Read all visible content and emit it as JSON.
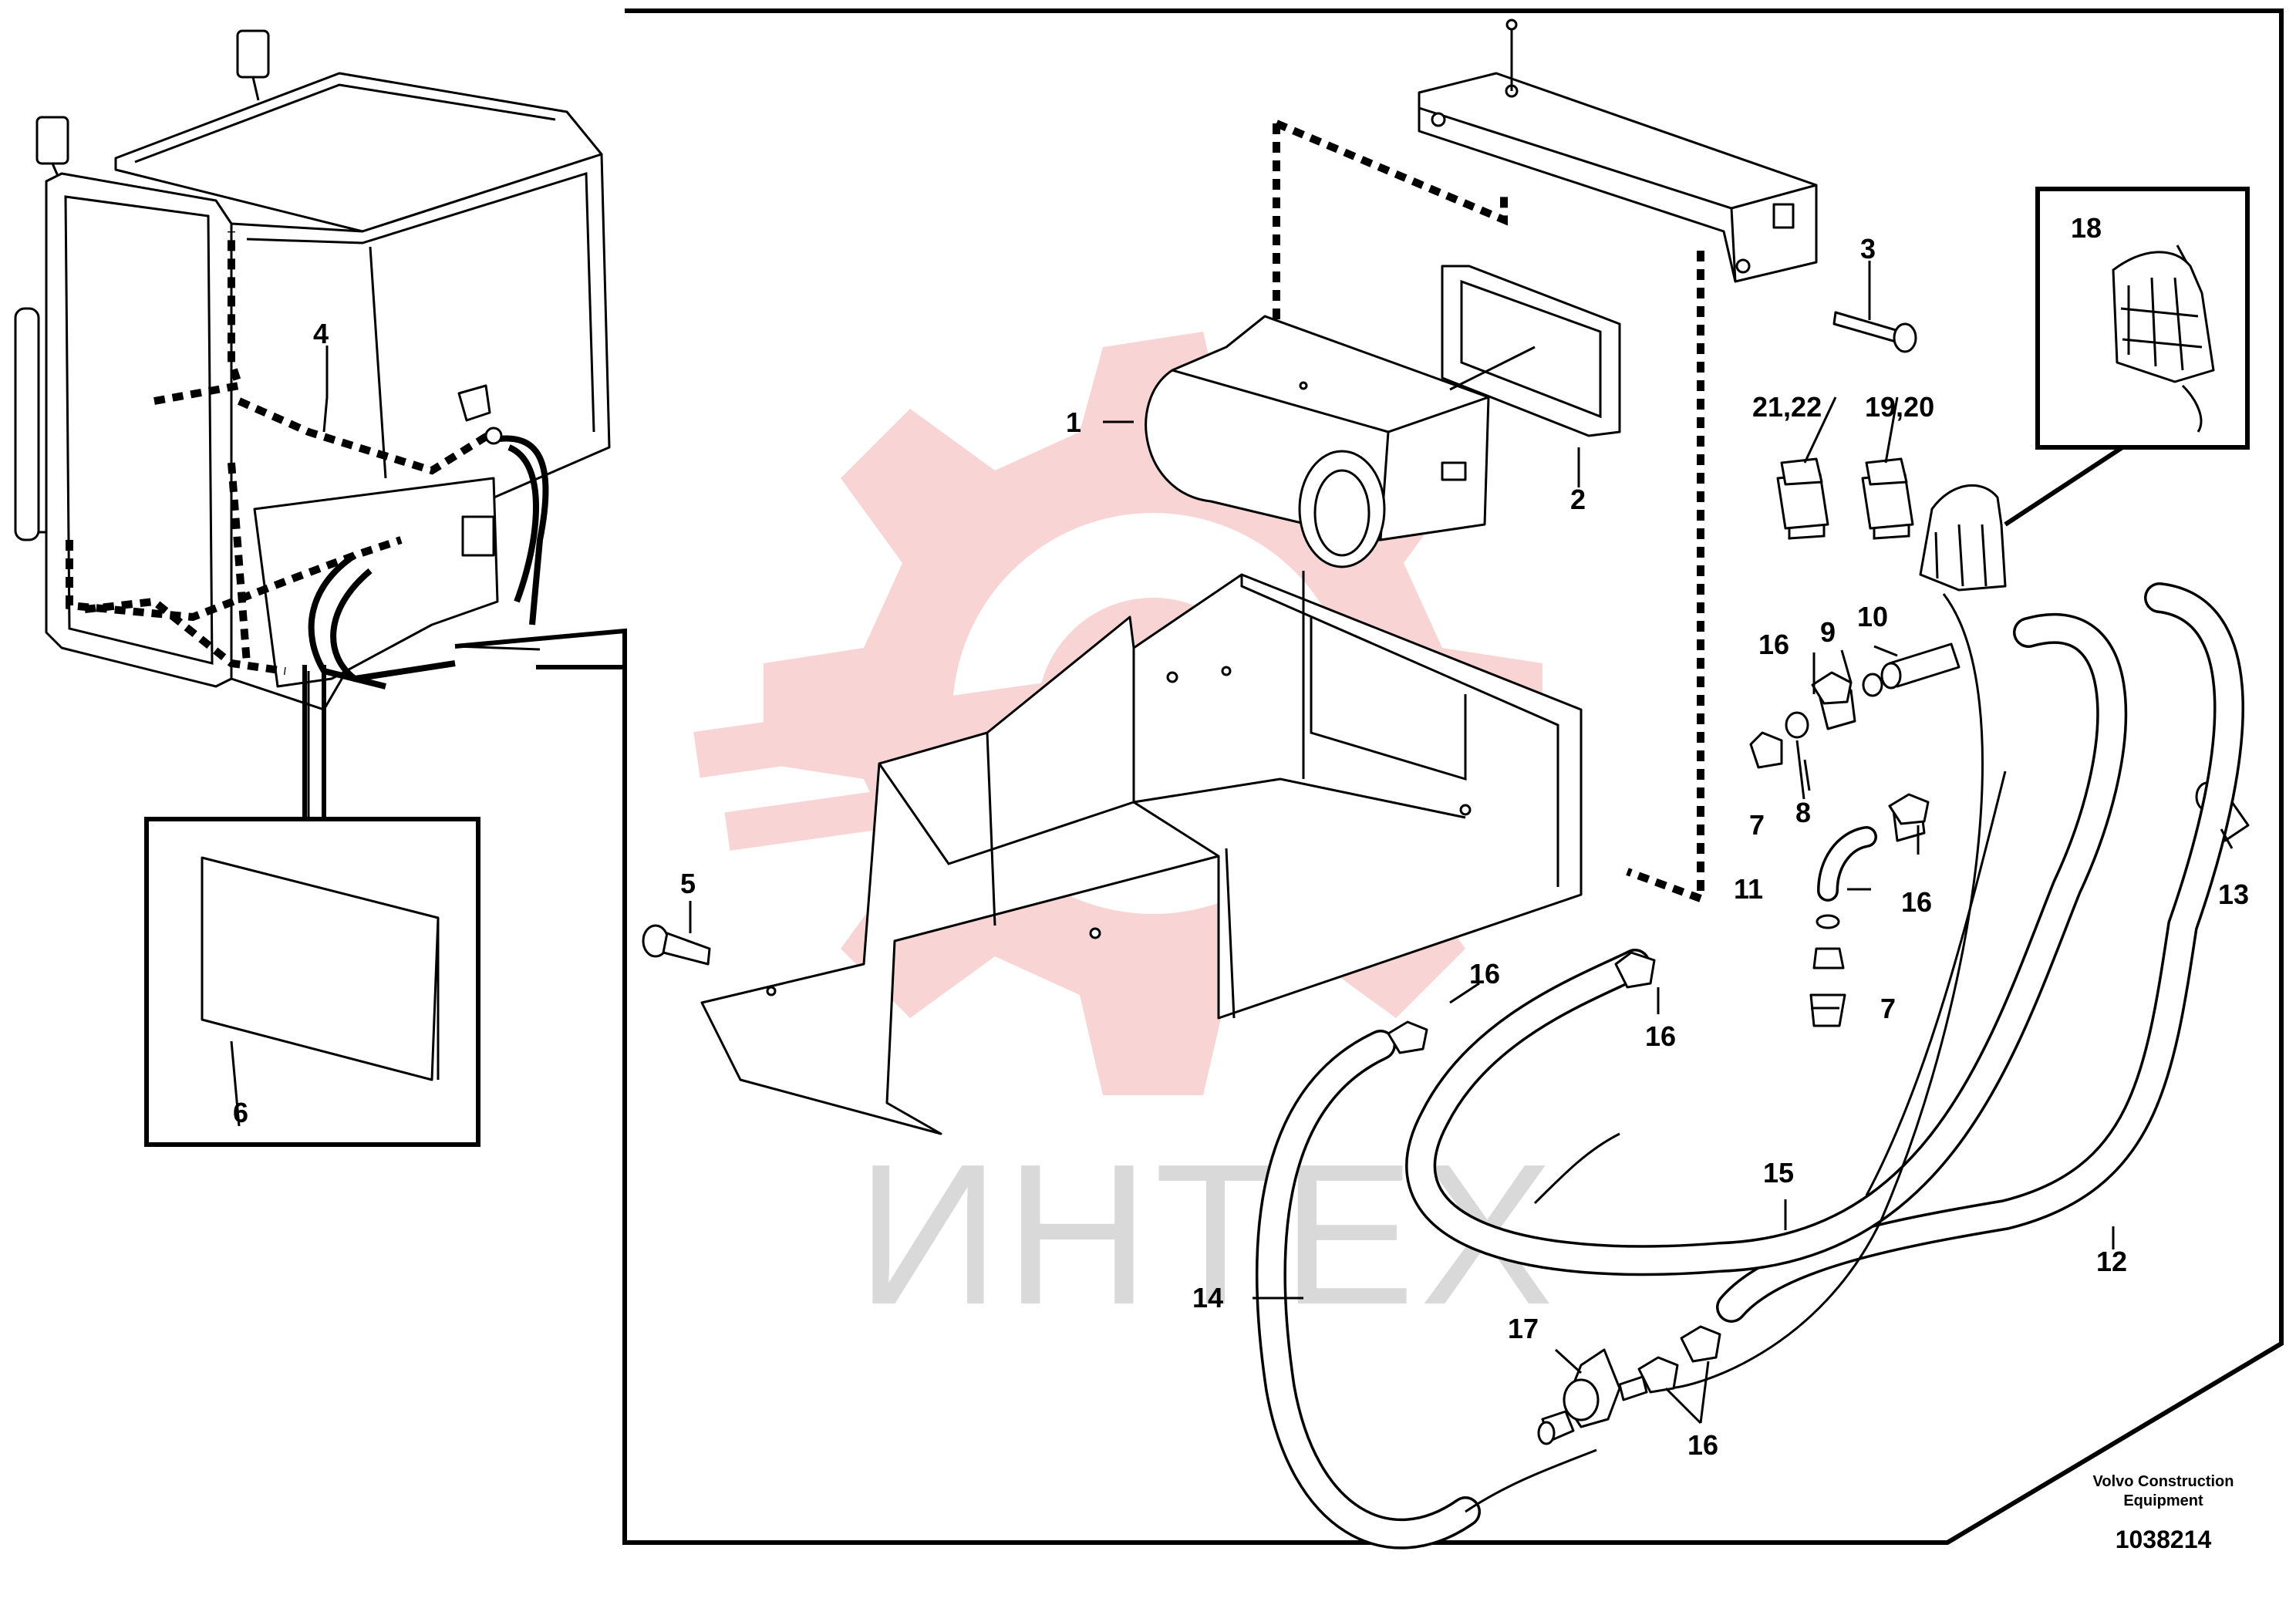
{
  "watermark": {
    "text": "ИНТЕХ",
    "gear_color": "#f7c6c6"
  },
  "footer": {
    "company_line1": "Volvo Construction",
    "company_line2": "Equipment",
    "drawing_number": "1038214"
  },
  "callouts": {
    "c1": "1",
    "c2": "2",
    "c3": "3",
    "c4": "4",
    "c5": "5",
    "c6": "6",
    "c7a": "7",
    "c7b": "7",
    "c8": "8",
    "c9": "9",
    "c10": "10",
    "c11": "11",
    "c12": "12",
    "c13": "13",
    "c14": "14",
    "c15": "15",
    "c16a": "16",
    "c16b": "16",
    "c16c": "16",
    "c16d": "16",
    "c16e": "16",
    "c17": "17",
    "c18": "18",
    "c19_20": "19,20",
    "c21_22": "21,22"
  }
}
